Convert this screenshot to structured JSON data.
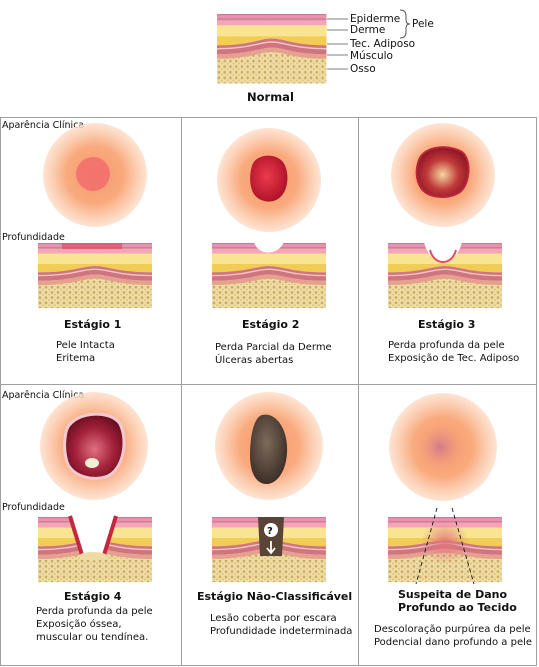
{
  "header": {
    "layers": [
      "Epiderme",
      "Derme",
      "Tec. Adiposo",
      "Músculo",
      "Osso"
    ],
    "skin_label": "Pele",
    "title": "Normal"
  },
  "row_labels": {
    "appearance": "Aparência Clínica",
    "depth": "Profundidade"
  },
  "stages": [
    {
      "title": [
        "Estágio 1"
      ],
      "desc": [
        "Pele Intacta",
        "Eritema"
      ],
      "wound": "erythema",
      "depth": "intact"
    },
    {
      "title": [
        "Estágio 2"
      ],
      "desc": [
        "Perda Parcial da Derme",
        "Úlceras abertas"
      ],
      "wound": "shallow-ulcer",
      "depth": "partial"
    },
    {
      "title": [
        "Estágio 3"
      ],
      "desc": [
        "Perda profunda da pele",
        "Exposição de Tec. Adiposo"
      ],
      "wound": "deep-ulcer",
      "depth": "full-thickness"
    },
    {
      "title": [
        "Estágio 4"
      ],
      "desc": [
        "Perda profunda da pele",
        "Exposição óssea,",
        "muscular ou tendínea."
      ],
      "wound": "crater",
      "depth": "to-bone"
    },
    {
      "title": [
        "Estágio Não-Classificável"
      ],
      "desc": [
        "Lesão coberta por escara",
        "Profundidade indeterminada"
      ],
      "wound": "eschar",
      "depth": "unknown",
      "unknown_mark": "?"
    },
    {
      "title": [
        "Suspeita de Dano",
        "Profundo ao Tecido"
      ],
      "desc": [
        "Descoloração purpúrea da pele",
        "Podencial dano profundo a pele"
      ],
      "wound": "bruise",
      "depth": "deep-tissue"
    }
  ],
  "colors": {
    "halo": "#f8a878",
    "epidermis": "#e58fa7",
    "dermis": "#f8e493",
    "fat": "#f2cd55",
    "muscle": "#d07580",
    "bone": "#efdca5",
    "border": "#999999"
  }
}
